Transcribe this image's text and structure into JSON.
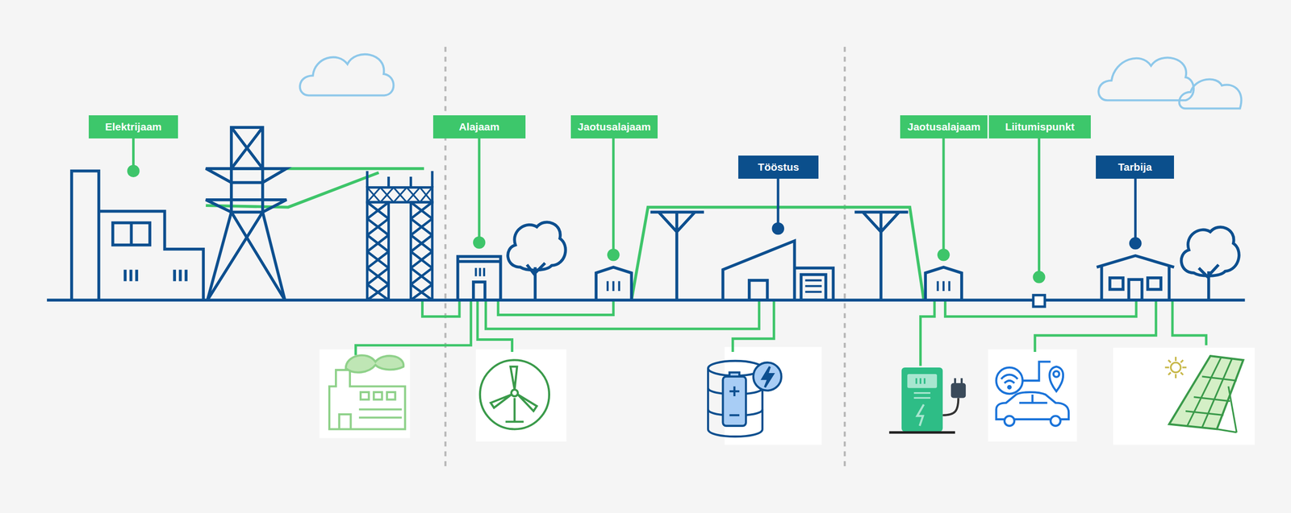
{
  "diagram": {
    "nodes": [
      {
        "text": [
          "Elektrijaam"
        ]
      },
      {
        "text": [
          "Alajaam"
        ]
      },
      {
        "text": [
          "Jaotusalajaam"
        ]
      },
      {
        "text": [
          "Tööstus"
        ]
      },
      {
        "text": [
          "Jaotusalajaam"
        ]
      },
      {
        "text": [
          "Liitumispunkt"
        ]
      },
      {
        "text": [
          "Tarbija"
        ]
      }
    ]
  }
}
